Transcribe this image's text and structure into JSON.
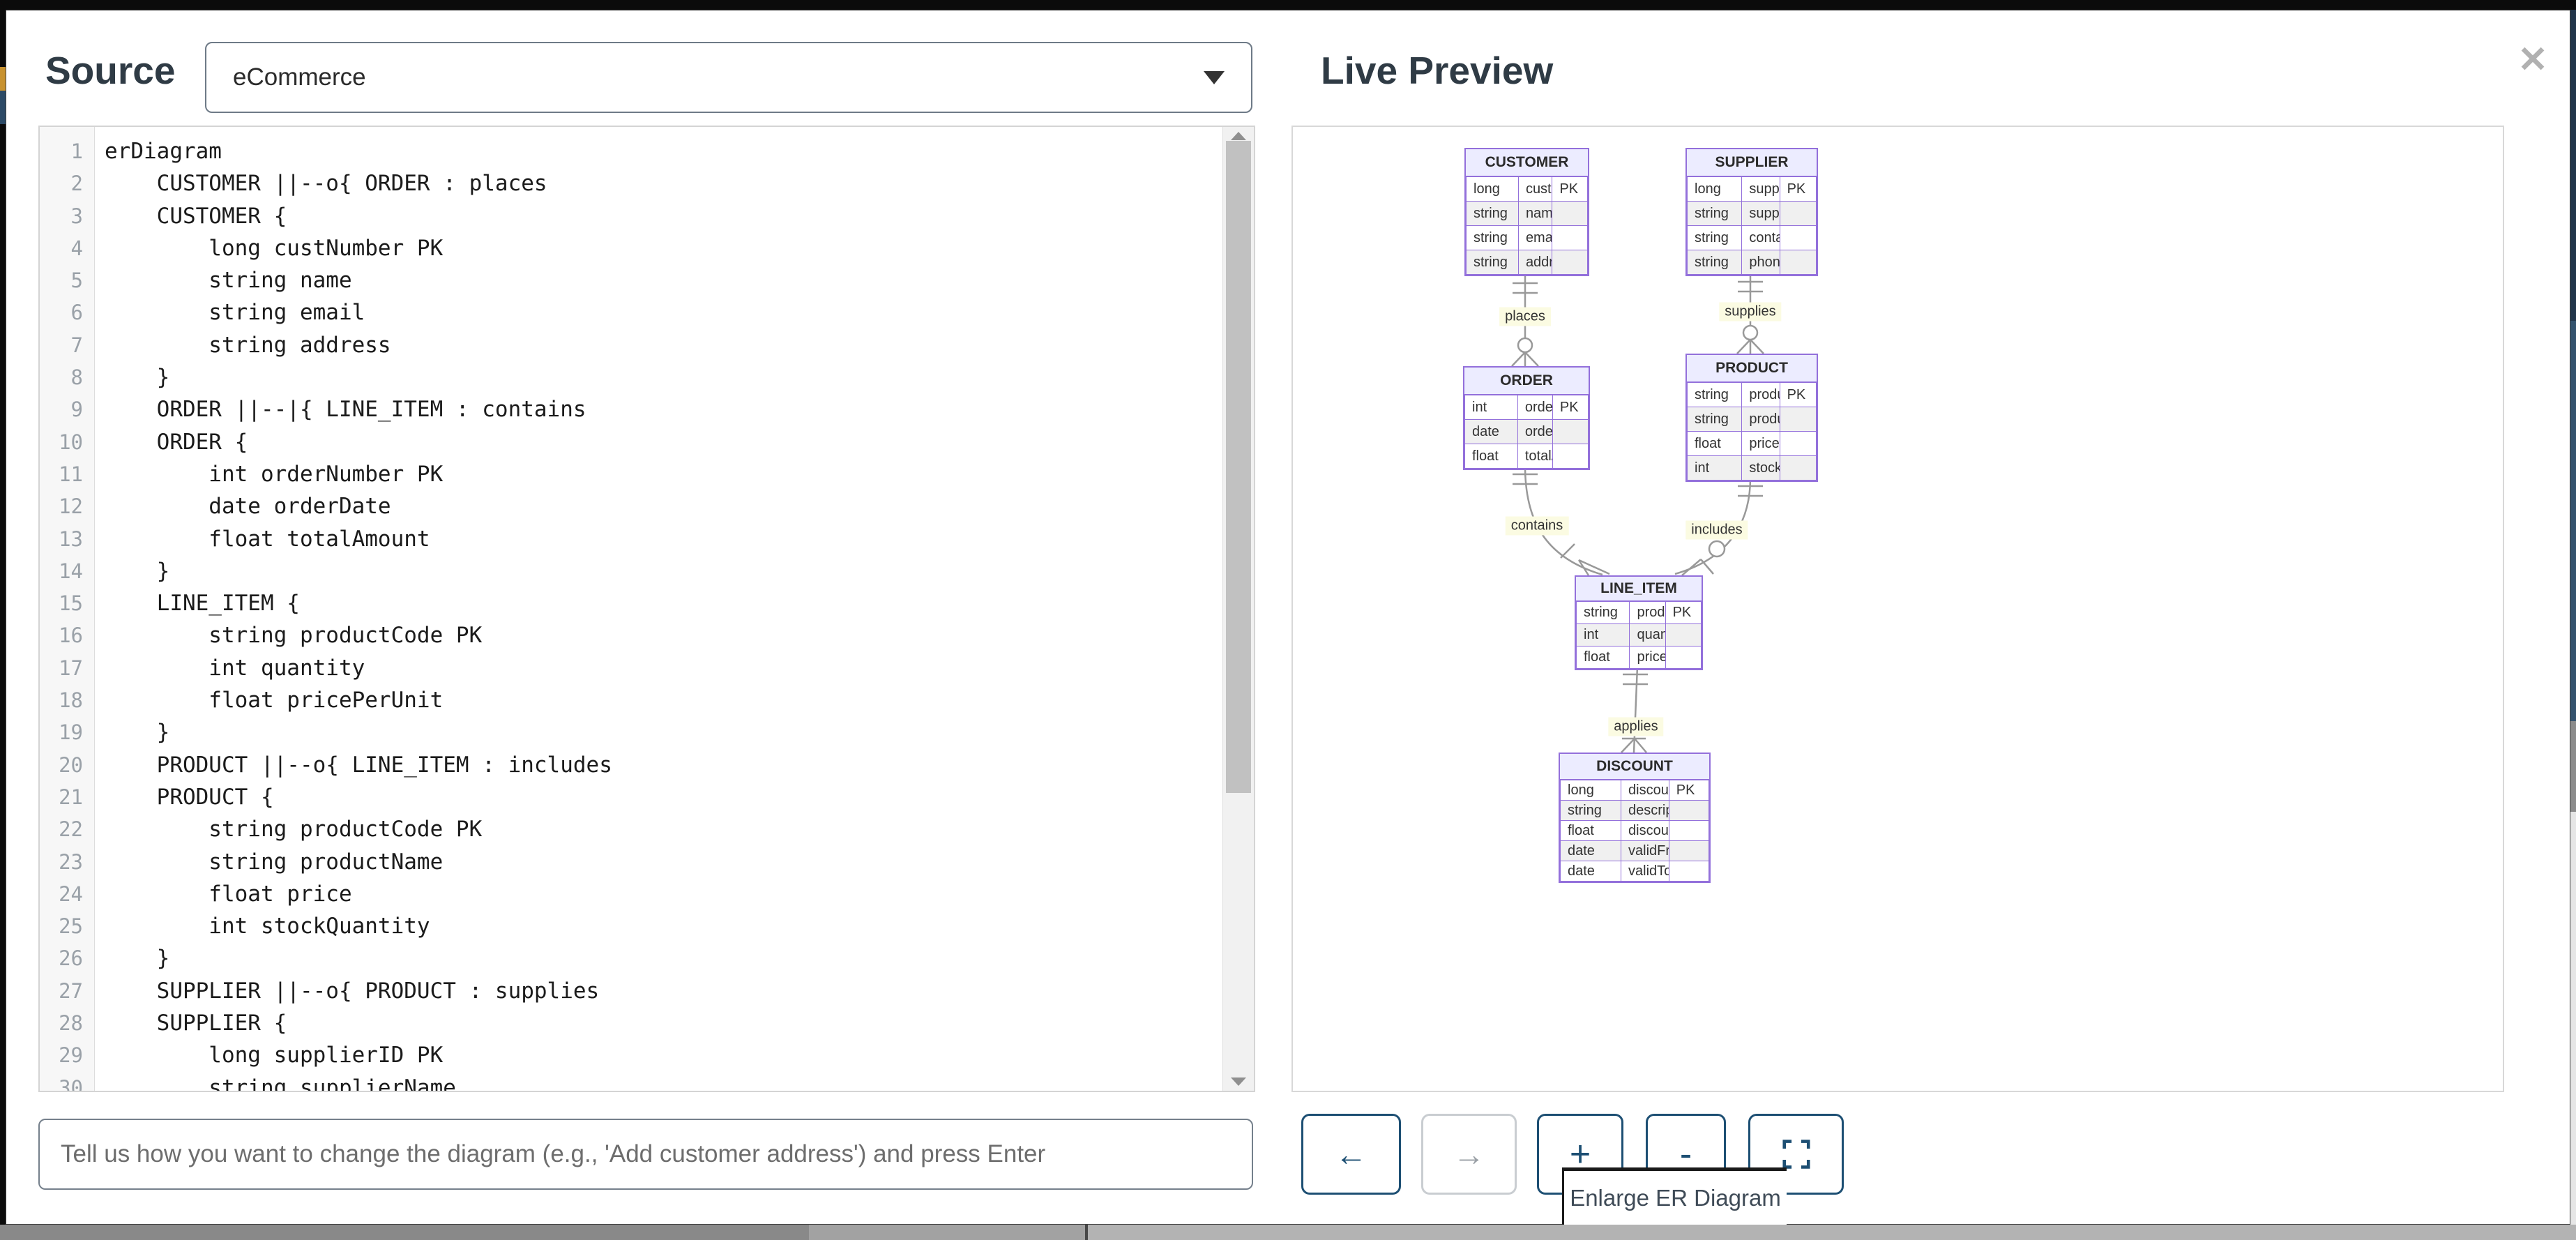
{
  "source_panel": {
    "title": "Source",
    "dropdown": {
      "value": "eCommerce"
    },
    "editor": {
      "lines": [
        "erDiagram",
        "    CUSTOMER ||--o{ ORDER : places",
        "    CUSTOMER {",
        "        long custNumber PK",
        "        string name",
        "        string email",
        "        string address",
        "    }",
        "    ORDER ||--|{ LINE_ITEM : contains",
        "    ORDER {",
        "        int orderNumber PK",
        "        date orderDate",
        "        float totalAmount",
        "    }",
        "    LINE_ITEM {",
        "        string productCode PK",
        "        int quantity",
        "        float pricePerUnit",
        "    }",
        "    PRODUCT ||--o{ LINE_ITEM : includes",
        "    PRODUCT {",
        "        string productCode PK",
        "        string productName",
        "        float price",
        "        int stockQuantity",
        "    }",
        "    SUPPLIER ||--o{ PRODUCT : supplies",
        "    SUPPLIER {",
        "        long supplierID PK",
        "        string supplierName"
      ]
    },
    "prompt_placeholder": "Tell us how you want to change the diagram (e.g., 'Add customer address') and press Enter"
  },
  "preview_panel": {
    "title": "Live Preview",
    "close_glyph": "✕",
    "toolbar": {
      "back": "←",
      "forward": "→",
      "zoom_in": "+",
      "zoom_out": "-",
      "fullscreen_icon": "fullscreen-brackets"
    },
    "tooltip": "Enlarge ER Diagram",
    "diagram": {
      "entities": [
        {
          "name": "CUSTOMER",
          "attributes": [
            [
              "long",
              "custNumber",
              "PK"
            ],
            [
              "string",
              "name",
              ""
            ],
            [
              "string",
              "email",
              ""
            ],
            [
              "string",
              "address",
              ""
            ]
          ]
        },
        {
          "name": "SUPPLIER",
          "attributes": [
            [
              "long",
              "supplierID",
              "PK"
            ],
            [
              "string",
              "supplierName",
              ""
            ],
            [
              "string",
              "contactName",
              ""
            ],
            [
              "string",
              "phone",
              ""
            ]
          ]
        },
        {
          "name": "ORDER",
          "attributes": [
            [
              "int",
              "orderNumber",
              "PK"
            ],
            [
              "date",
              "orderDate",
              ""
            ],
            [
              "float",
              "totalAmount",
              ""
            ]
          ]
        },
        {
          "name": "PRODUCT",
          "attributes": [
            [
              "string",
              "productCode",
              "PK"
            ],
            [
              "string",
              "productName",
              ""
            ],
            [
              "float",
              "price",
              ""
            ],
            [
              "int",
              "stockQuantity",
              ""
            ]
          ]
        },
        {
          "name": "LINE_ITEM",
          "attributes": [
            [
              "string",
              "productCode",
              "PK"
            ],
            [
              "int",
              "quantity",
              ""
            ],
            [
              "float",
              "pricePerUnit",
              ""
            ]
          ]
        },
        {
          "name": "DISCOUNT",
          "attributes": [
            [
              "long",
              "discountID",
              "PK"
            ],
            [
              "string",
              "description",
              ""
            ],
            [
              "float",
              "discountPercentage",
              ""
            ],
            [
              "date",
              "validFrom",
              ""
            ],
            [
              "date",
              "validTo",
              ""
            ]
          ]
        }
      ],
      "relationships": [
        {
          "from": "CUSTOMER",
          "to": "ORDER",
          "label": "places"
        },
        {
          "from": "SUPPLIER",
          "to": "PRODUCT",
          "label": "supplies"
        },
        {
          "from": "ORDER",
          "to": "LINE_ITEM",
          "label": "contains"
        },
        {
          "from": "PRODUCT",
          "to": "LINE_ITEM",
          "label": "includes"
        },
        {
          "from": "LINE_ITEM",
          "to": "DISCOUNT",
          "label": "applies"
        }
      ]
    }
  },
  "colors": {
    "accent_blue": "#1d4f73",
    "heading": "#2f3b45",
    "entity_border": "#9370db",
    "entity_header_fill": "#ececff",
    "entity_alt_row": "#f0f0f0",
    "relationship_line": "#999999",
    "relationship_label_bg": "#fbfbe2",
    "disabled_gray": "#9aa0a6"
  }
}
